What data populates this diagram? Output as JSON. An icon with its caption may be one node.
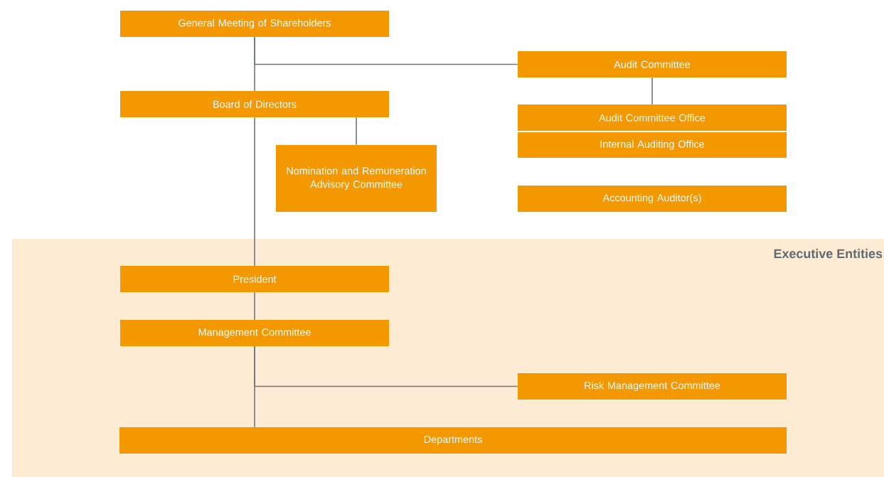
{
  "diagram": {
    "nodes": [
      {
        "text": [
          "General Meeting of Shareholders"
        ]
      },
      {
        "text": [
          "Audit Committee"
        ]
      },
      {
        "text": [
          "Board of Directors"
        ]
      },
      {
        "text": [
          "Audit Committee Office"
        ]
      },
      {
        "text": [
          "Internal Auditing Office"
        ]
      },
      {
        "text": [
          "Nomination and Remuneration Advisory Committee"
        ]
      },
      {
        "text": [
          "Accounting Auditor(s)"
        ]
      },
      {
        "text": [
          "Executive Entities"
        ]
      },
      {
        "text": [
          "President"
        ],
        "in": 7
      },
      {
        "text": [
          "Management Committee"
        ],
        "in": 7
      },
      {
        "text": [
          "Risk Management Committee"
        ],
        "in": 7
      },
      {
        "text": [
          "Departments"
        ],
        "in": 7
      }
    ],
    "edges": [
      {
        "from": 0,
        "to": 2,
        "arrow": "none"
      },
      {
        "from": 0,
        "to": 1,
        "arrow": "none"
      },
      {
        "from": 1,
        "to": 3,
        "arrow": "none"
      },
      {
        "from": 2,
        "to": 5,
        "arrow": "none"
      },
      {
        "from": 2,
        "to": 8,
        "arrow": "none"
      },
      {
        "from": 8,
        "to": 9,
        "arrow": "none"
      },
      {
        "from": 9,
        "to": 11,
        "arrow": "none"
      },
      {
        "from": 9,
        "to": 10,
        "arrow": "none"
      }
    ]
  }
}
